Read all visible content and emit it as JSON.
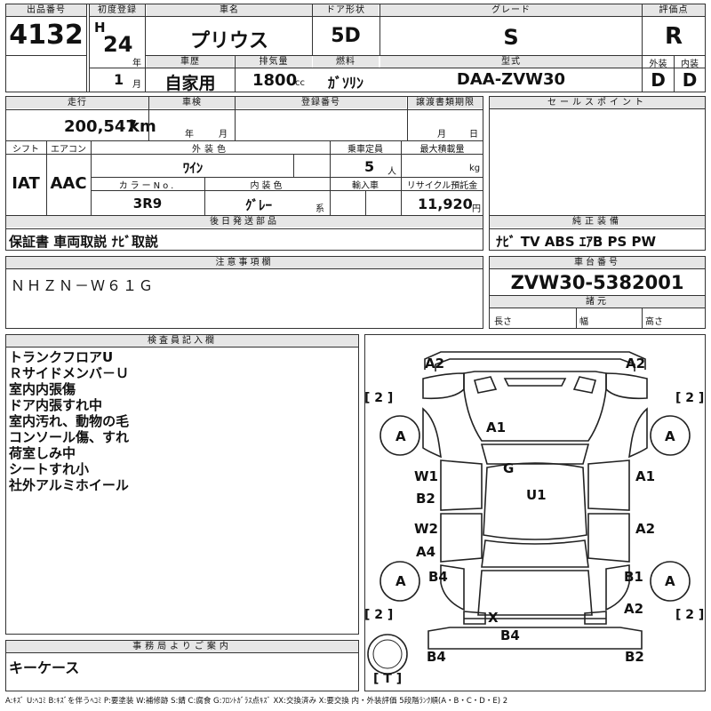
{
  "top": {
    "lot_label": "出品番号",
    "lot": "4132",
    "first_reg_label": "初度登録",
    "era_letter": "H",
    "year": "24",
    "year_unit": "年",
    "month": "1",
    "month_unit": "月",
    "car_name_label": "車名",
    "car_name": "プリウス",
    "door_label": "ドア形状",
    "door": "5D",
    "grade_label": "グレード",
    "grade": "S",
    "score_label": "評価点",
    "score": "R",
    "history_label": "車歴",
    "history": "自家用",
    "displacement_label": "排気量",
    "displacement": "1800",
    "displacement_unit": "cc",
    "fuel_label": "燃料",
    "fuel": "ｶﾞｿﾘﾝ",
    "model_label": "型式",
    "model": "DAA-ZVW30",
    "exterior_label": "外装",
    "exterior": "D",
    "interior_label": "内装",
    "interior": "D"
  },
  "mid": {
    "mileage_label": "走行",
    "mileage": "200,547",
    "mileage_unit": "km",
    "inspection_label": "車検",
    "insp_year_unit": "年",
    "insp_month_unit": "月",
    "regno_label": "登録番号",
    "transfer_label": "譲渡書類期限",
    "transfer_month_unit": "月",
    "transfer_day_unit": "日",
    "shift_label": "シフト",
    "shift": "IAT",
    "ac_label": "エアコン",
    "ac": "AAC",
    "color_label": "外装色",
    "color": "ﾜｲﾝ",
    "capacity_label": "乗車定員",
    "capacity": "5",
    "capacity_unit": "人",
    "load_label": "最大積載量",
    "load_unit": "kg",
    "colorno_label": "カラーNo.",
    "colorno": "3R9",
    "intcolor_label": "内装色",
    "intcolor": "ｸﾞﾚｰ",
    "intcolor_unit": "系",
    "import_label": "輸入車",
    "recycle_label": "リサイクル預託金",
    "recycle": "11,920",
    "recycle_unit": "円",
    "later_label": "後日発送部品",
    "later": "保証書 車両取説 ﾅﾋﾞ取説",
    "sales_label": "セールスポイント",
    "equip_label": "純正装備",
    "equip": "ﾅﾋﾞ TV ABS ｴｱB PS PW"
  },
  "notes": {
    "label": "注意事項欄",
    "text": "ＮＨＺＮ－Ｗ６１Ｇ",
    "chassis_label": "車台番号",
    "chassis": "ZVW30-5382001",
    "dims_label": "諸元",
    "length_label": "長さ",
    "width_label": "幅",
    "height_label": "高さ"
  },
  "inspector": {
    "label": "検査員記入欄",
    "lines": [
      "トランクフロアU",
      "Ｒサイドメンバ－Ｕ",
      "室内内張傷",
      "ドア内張すれ中",
      "室内汚れ、動物の毛",
      "コンソール傷、すれ",
      "荷室しみ中",
      "シートすれ小",
      "社外アルミホイール"
    ]
  },
  "office": {
    "label": "事務局よりご案内",
    "text": "キーケース"
  },
  "diagram": {
    "marks": {
      "a2_left": "A2",
      "a2_right": "A2",
      "br2_tl": "[ 2 ]",
      "br2_tr": "[ 2 ]",
      "a_tl": "A",
      "a_tr": "A",
      "a1_hood": "A1",
      "g": "G",
      "w1": "W1",
      "a1_right": "A1",
      "b2_left": "B2",
      "u1": "U1",
      "w2": "W2",
      "a2_mid": "A2",
      "a4": "A4",
      "a_bl": "A",
      "b4_left": "B4",
      "b1_right": "B1",
      "a_br": "A",
      "a2_low": "A2",
      "br2_bl": "[ 2 ]",
      "br2_br": "[ 2 ]",
      "x": "X",
      "b4_rear": "B4",
      "b4_bottom": "B4",
      "b2_bottom": "B2",
      "t": "[ T ]"
    }
  },
  "legend": "A:ｷｽﾞ U:ﾍｺﾐ B:ｷｽﾞを伴うﾍｺﾐ P:要塗装 W:補修跡 S:錆 C:腐食 G:ﾌﾛﾝﾄｶﾞﾗｽ点ｷｽﾞ XX:交換済み X:要交換 内・外装評価 5段階ﾗﾝｸ順(A・B・C・D・E) 2"
}
